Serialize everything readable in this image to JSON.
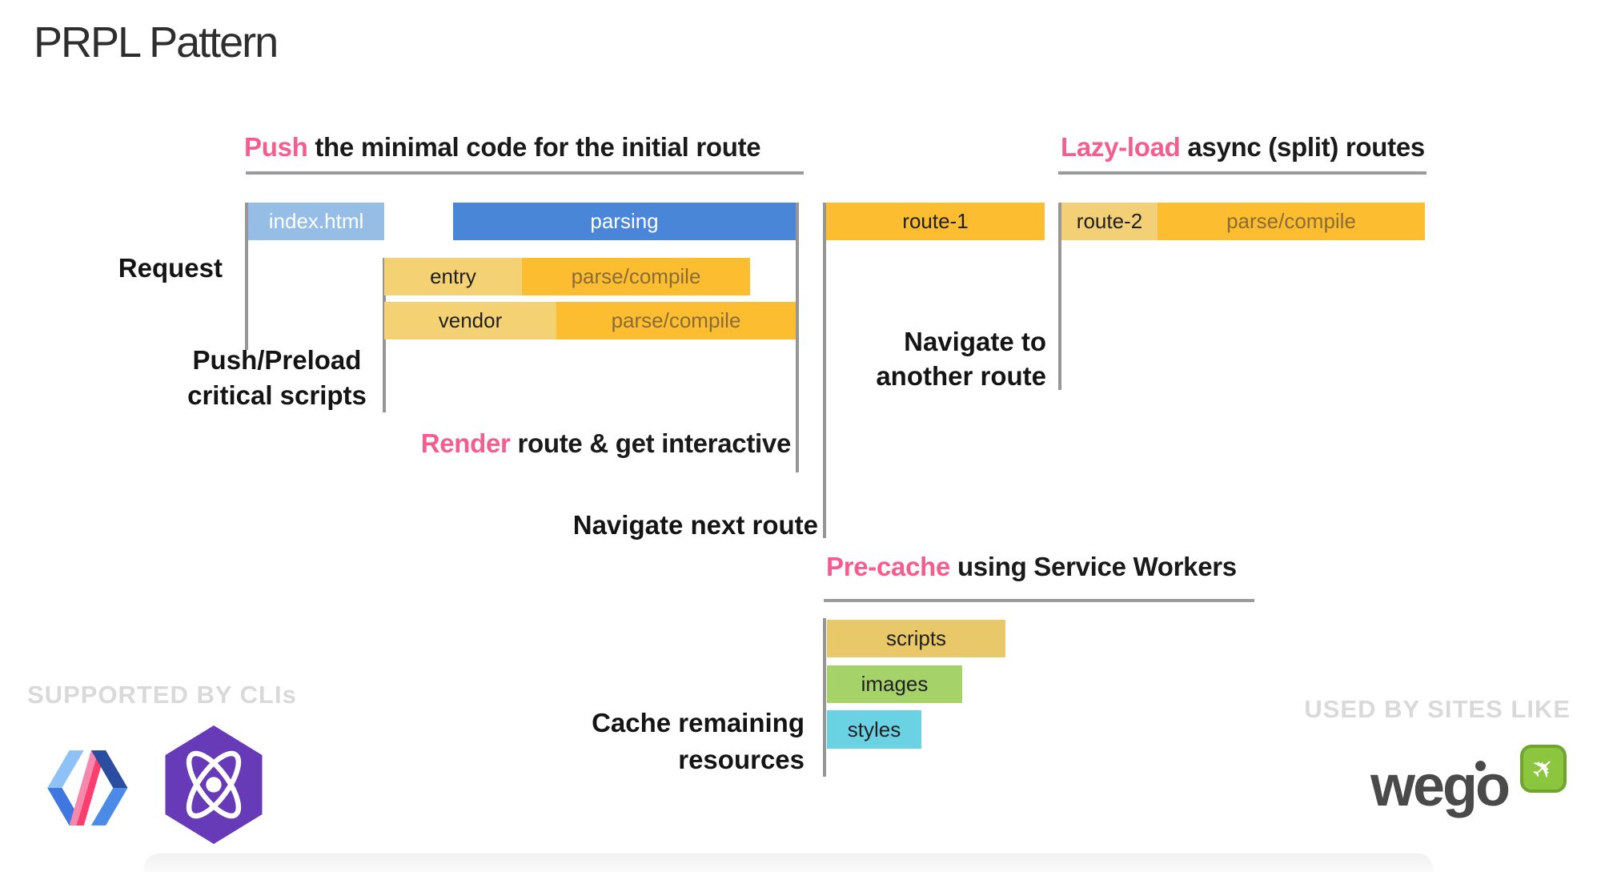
{
  "title": "PRPL Pattern",
  "headings": {
    "push": {
      "accent": "Push",
      "rest": " the minimal code for the initial route"
    },
    "lazy_load": {
      "accent": "Lazy-load",
      "rest": " async (split) routes"
    },
    "render": {
      "accent": "Render",
      "rest": " route & get interactive"
    },
    "pre_cache": {
      "accent": "Pre-cache",
      "rest": " using Service Workers"
    }
  },
  "labels": {
    "request": "Request",
    "push_preload": "Push/Preload\ncritical scripts",
    "navigate_next": "Navigate next route",
    "navigate_another": "Navigate to\nanother route",
    "cache_remaining": "Cache remaining\nresources"
  },
  "bars": {
    "index_html": {
      "label": "index.html",
      "color": "#96BDE6"
    },
    "parsing": {
      "label": "parsing",
      "color": "#4A86D8"
    },
    "entry": {
      "label": "entry",
      "color": "#F4D172"
    },
    "entry_parse": {
      "label": "parse/compile",
      "color": "#FCBD31"
    },
    "vendor": {
      "label": "vendor",
      "color": "#F4D172"
    },
    "vendor_parse": {
      "label": "parse/compile",
      "color": "#FCBD31"
    },
    "route1": {
      "label": "route-1",
      "color": "#FCBD31"
    },
    "route2": {
      "label": "route-2",
      "color": "#F3D077"
    },
    "route2_parse": {
      "label": "parse/compile",
      "color": "#FCBD31"
    },
    "scripts": {
      "label": "scripts",
      "color": "#E9C869"
    },
    "images": {
      "label": "images",
      "color": "#A5D36A"
    },
    "styles": {
      "label": "styles",
      "color": "#6BD2E4"
    }
  },
  "footer": {
    "supported_by": "SUPPORTED BY CLIs",
    "used_by": "USED BY SITES LIKE",
    "wego_text": "wego",
    "plane_icon": "✈"
  },
  "colors": {
    "accent_pink": "#F65C8D",
    "heading_text": "#1A1A1A",
    "timeline_line_gray": "#969696",
    "underline_gray": "#9A9A9A",
    "bar_text_dark": "#212121",
    "parse_compile_text": "#8A6D35",
    "muted_label_gray": "#D9D9D9",
    "wego_gray": "#4A4A4A",
    "wego_green": "#8CC63E",
    "polymer_pink": "#FB3D6F",
    "polymer_light_blue": "#8EC1F5",
    "polymer_blue": "#3D77DF",
    "polymer_navy": "#2A4DA0",
    "preact_purple": "#673AB8"
  }
}
